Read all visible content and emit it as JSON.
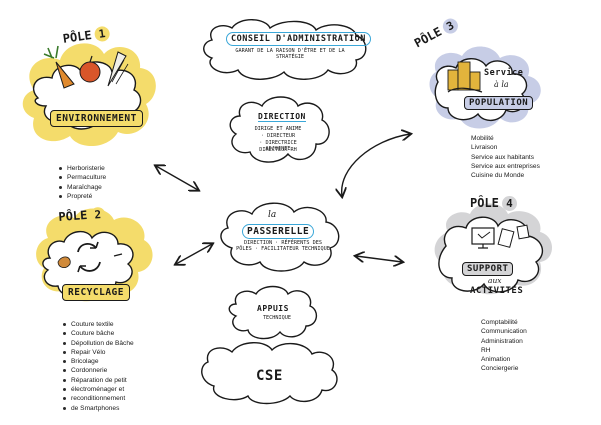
{
  "colors": {
    "yellow": "#f4dc6b",
    "gold": "#e2b43c",
    "blue": "#3aa7d8",
    "lavender": "#c7cde6",
    "grey": "#d4d4d6",
    "ink": "#1a1a1a"
  },
  "conseil": {
    "title": "CONSEIL D'ADMINISTRATION",
    "sub": "GARANT DE LA RAISON D'ÊTRE ET DE LA STRATÉGIE"
  },
  "direction": {
    "title": "DIRECTION",
    "sub": "DIRIGE ET ANIME",
    "items": [
      "· DIRECTEUR",
      "· DIRECTRICE ADJOINTE",
      "DIRECTEUR RH"
    ]
  },
  "passerelle": {
    "la": "la",
    "title": "PASSERELLE",
    "sub": "DIRECTION · RÉFÉRENTS DES PÔLES · FACILITATEUR TECHNIQUE"
  },
  "appuis": {
    "title": "APPUIS",
    "sub": "TECHNIQUE"
  },
  "cse": {
    "title": "CSE"
  },
  "pole1": {
    "pole": "PÔLE",
    "num": "1",
    "title": "ENVIRONNEMENT",
    "items": [
      "Herboristerie",
      "Permaculture",
      "Maraîchage",
      "Propreté"
    ]
  },
  "pole2": {
    "pole": "PÔLE",
    "num": "2",
    "title": "RECYCLAGE",
    "items": [
      "Couture textile",
      "Couture bâche",
      "Dépollution de Bâche",
      "Repair Vélo",
      "Bricolage",
      "Cordonnerie",
      "Réparation de petit",
      "électroménager et",
      "reconditionnement",
      "de Smartphones"
    ]
  },
  "pole3": {
    "pole": "PÔLE",
    "num": "3",
    "title1": "Service",
    "title2": "à la",
    "title3": "POPULATION",
    "items": [
      "Mobilité",
      "Livraison",
      "Service aux habitants",
      "Service aux entreprises",
      "Cuisine du Monde"
    ]
  },
  "pole4": {
    "pole": "PÔLE",
    "num": "4",
    "title1": "SUPPORT",
    "title2": "aux",
    "title3": "ACTIVITÉS",
    "items": [
      "Comptabilité",
      "Communication",
      "Administration",
      "RH",
      "Animation",
      "Conciergerie"
    ]
  }
}
